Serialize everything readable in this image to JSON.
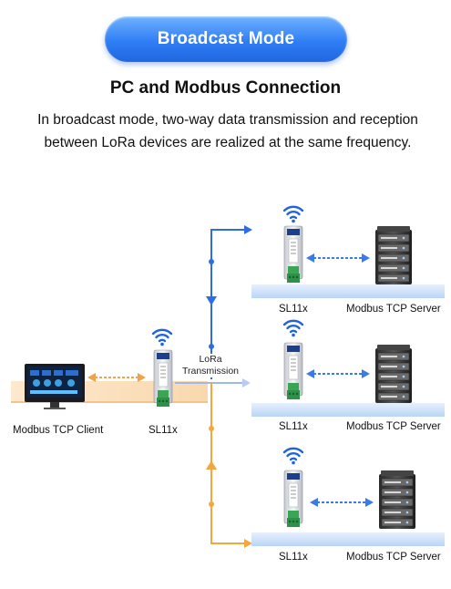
{
  "header": {
    "mode_title": "Broadcast Mode",
    "subtitle": "PC and Modbus Connection",
    "description": "In broadcast  mode, two-way data transmission and reception between LoRa devices are realized at the same frequency."
  },
  "diagram": {
    "client_label": "Modbus TCP Client",
    "center_device_label": "SL11x",
    "link_label": "LoRa Transmission",
    "nodes": [
      {
        "device_label": "SL11x",
        "server_label": "Modbus TCP Server"
      },
      {
        "device_label": "SL11x",
        "server_label": "Modbus TCP Server"
      },
      {
        "device_label": "SL11x",
        "server_label": "Modbus TCP Server"
      }
    ]
  },
  "colors": {
    "accent_blue": "#2f6de8",
    "accent_orange": "#f4a73c",
    "platform_blue": "#cfe3fb",
    "platform_orange": "#fbe3c2"
  }
}
